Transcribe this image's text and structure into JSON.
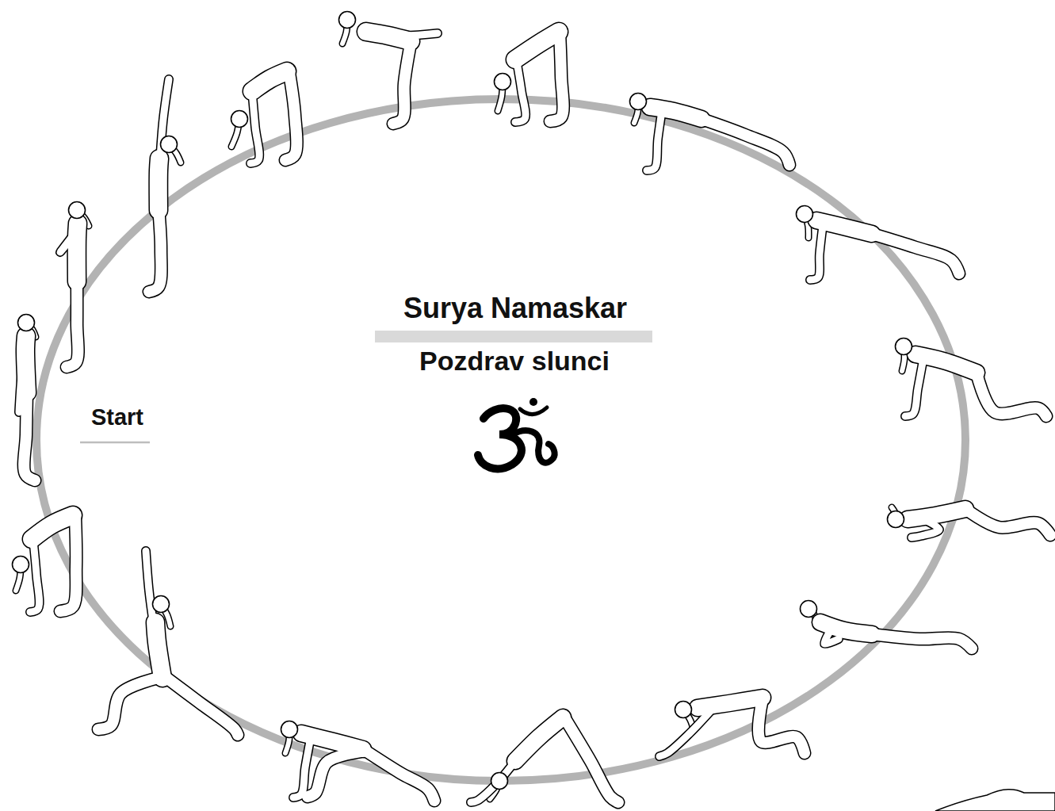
{
  "diagram": {
    "title": "Surya Namaskar",
    "labels": [
      "Pozdrav slunci",
      "Start"
    ]
  }
}
